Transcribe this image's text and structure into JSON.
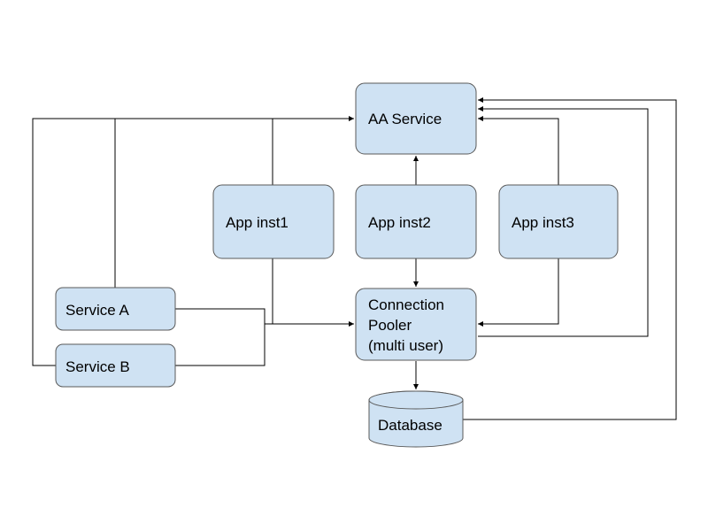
{
  "nodes": {
    "aa_service": {
      "label": "AA Service"
    },
    "app_inst1": {
      "label": "App inst1"
    },
    "app_inst2": {
      "label": "App inst2"
    },
    "app_inst3": {
      "label": "App inst3"
    },
    "connection_pooler": {
      "lines": [
        "Connection",
        "Pooler",
        "(multi user)"
      ]
    },
    "service_a": {
      "label": "Service A"
    },
    "service_b": {
      "label": "Service B"
    },
    "database": {
      "label": "Database"
    }
  },
  "colors": {
    "node_fill": "#cfe2f3",
    "node_stroke": "#595959",
    "edge": "#000000"
  }
}
